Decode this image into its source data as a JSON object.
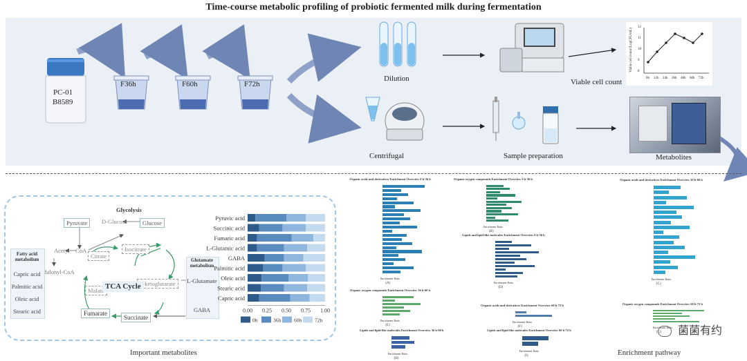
{
  "title": "Time-course metabolic profiling of probiotic fermented milk during fermentation",
  "workflow": {
    "jar_text_line1": "PC-01",
    "jar_text_line2": "B8589",
    "cups": [
      "F36h",
      "F60h",
      "F72h"
    ],
    "steps": {
      "dilution": "Dilution",
      "viable": "Viable cell count",
      "centrifugal": "Centrifugal",
      "sample_prep": "Sample preparation",
      "metabolites": "Metabolites"
    },
    "viable_chart": {
      "ylabel": "Viable cell count (LogCFU/mL)",
      "xticks": [
        "0h",
        "12h",
        "24h",
        "36h",
        "48h",
        "60h",
        "72h"
      ],
      "yticks": [
        "8",
        "9",
        "10",
        "11",
        "12"
      ]
    }
  },
  "pathway": {
    "glycolysis": "Glycolysis",
    "glucose": "Glucose",
    "d_glucose": "D-Glucose",
    "pyruvate": "Pyruvate",
    "acetyl_coa": "Acetyl－CoA",
    "malonyl_coa": "Malonyl-CoA",
    "citrate": "Citrate",
    "isocitrate": "Isocitrate",
    "ketoglutarate": "α-ketoglutarate",
    "malate": "Malate",
    "fumarate": "Fumarate",
    "succinate": "Succinate",
    "tca": "TCA Cycle",
    "fatty_title": "Fatty acid metabolism",
    "fatty_items": [
      "Capric acid",
      "Palmitic acid",
      "Oleic acid",
      "Stearic acid"
    ],
    "glutamate_title": "Glutamate metabolism",
    "l_glutamate": "L-Glutamate",
    "gaba": "GABA"
  },
  "chart_data": {
    "type": "bar",
    "orientation": "horizontal-stacked",
    "categories": [
      "Pyruvic acid",
      "Succinic acid",
      "Fumaric acid",
      "L-Glutamic acid",
      "GABA",
      "Palmitic acid",
      "Oleic acid",
      "Stearic acid",
      "Capric acid"
    ],
    "series": [
      {
        "name": "0h",
        "values": [
          0.1,
          0.15,
          0.12,
          0.12,
          0.22,
          0.2,
          0.18,
          0.17,
          0.15
        ]
      },
      {
        "name": "36h",
        "values": [
          0.4,
          0.3,
          0.45,
          0.35,
          0.25,
          0.25,
          0.35,
          0.3,
          0.4
        ]
      },
      {
        "name": "60h",
        "values": [
          0.25,
          0.3,
          0.28,
          0.3,
          0.25,
          0.3,
          0.25,
          0.3,
          0.25
        ]
      },
      {
        "name": "72h",
        "values": [
          0.25,
          0.25,
          0.15,
          0.23,
          0.28,
          0.25,
          0.22,
          0.23,
          0.2
        ]
      }
    ],
    "xticks": [
      "0.00",
      "0.25",
      "0.50",
      "0.75",
      "1.00"
    ],
    "xlim": [
      0,
      1
    ],
    "legend": "bottom",
    "colors": [
      "#2f5b8a",
      "#5a8bbf",
      "#8fb6dc",
      "#c4dbef"
    ]
  },
  "enrichment": {
    "panel_titles": [
      "Organic acids and derivatives Enrichment Overview 0 h-36 h",
      "Organic oxygen compounds Enrichment Overview 0 h-36 h",
      "Organic acids and derivatives Enrichment Overview 36 h-60 h",
      "Lipids and lipid-like molecules Enrichment Overview 0 h-36 h",
      "Organic oxygen compounds Enrichment Overview 36 h-60 h",
      "Organic acids and derivatives Enrichment Overview 60 h-72 h",
      "Organic oxygen compounds Enrichment Overview 60 h-72 h",
      "Lipids and lipid-like molecules Enrichment Overview 36 h-60 h",
      "Lipids and lipid-like molecules Enrichment Overview 60 h-72 h"
    ],
    "letters": [
      "(A)",
      "(B)",
      "(C)",
      "(D)",
      "(E)",
      "(F)",
      "(G)",
      "(H)",
      "(I)"
    ],
    "xlabel": "Enrichment Ratio"
  },
  "bottom_labels": {
    "left": "Important metabolites",
    "right": "Enrichment pathway"
  },
  "watermark": "菌菌有约"
}
